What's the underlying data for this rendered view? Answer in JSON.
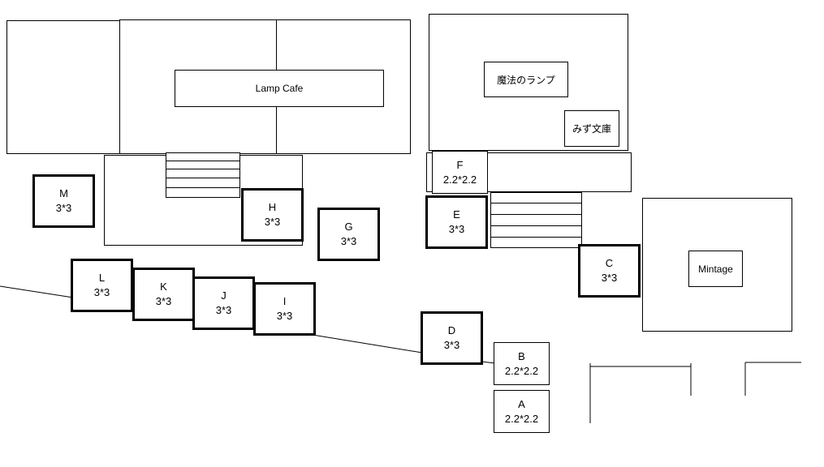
{
  "buildings": {
    "lamp_cafe": "Lamp Cafe",
    "mahou_no_lamp": "魔法のランプ",
    "mizu_bunko": "みず文庫",
    "mintage": "Mintage"
  },
  "booths": {
    "A": {
      "id": "A",
      "size": "2.2*2.2"
    },
    "B": {
      "id": "B",
      "size": "2.2*2.2"
    },
    "C": {
      "id": "C",
      "size": "3*3"
    },
    "D": {
      "id": "D",
      "size": "3*3"
    },
    "E": {
      "id": "E",
      "size": "3*3"
    },
    "F": {
      "id": "F",
      "size": "2.2*2.2"
    },
    "G": {
      "id": "G",
      "size": "3*3"
    },
    "H": {
      "id": "H",
      "size": "3*3"
    },
    "I": {
      "id": "I",
      "size": "3*3"
    },
    "J": {
      "id": "J",
      "size": "3*3"
    },
    "K": {
      "id": "K",
      "size": "3*3"
    },
    "L": {
      "id": "L",
      "size": "3*3"
    },
    "M": {
      "id": "M",
      "size": "3*3"
    }
  }
}
